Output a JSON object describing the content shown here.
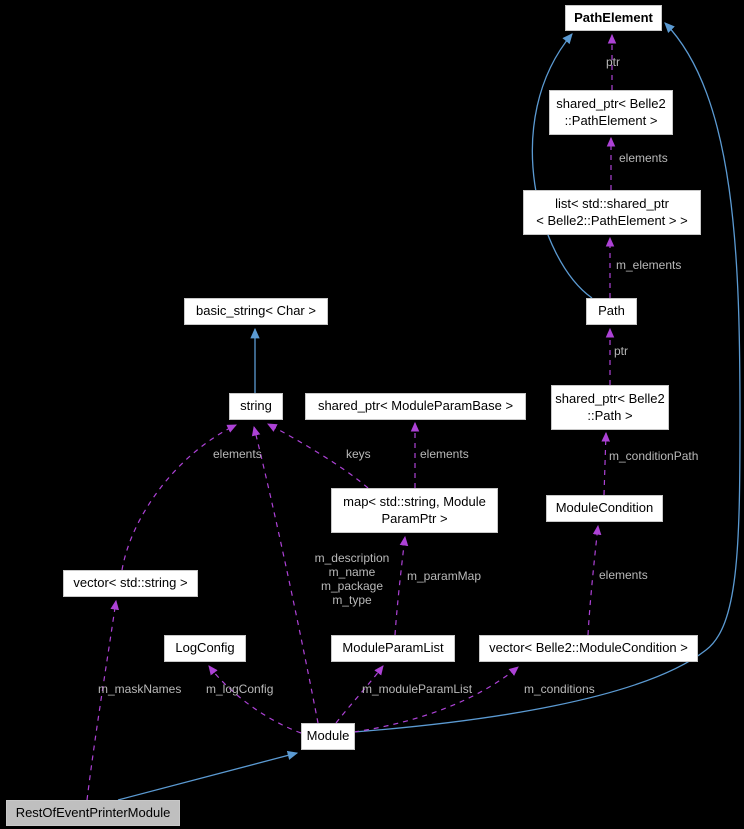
{
  "diagram": {
    "nodes": {
      "pathelement": {
        "label": "PathElement"
      },
      "shared_ptr_pathelement": {
        "label": "shared_ptr< Belle2\n::PathElement >"
      },
      "list_shared_ptr": {
        "label": "list< std::shared_ptr\n< Belle2::PathElement > >"
      },
      "path": {
        "label": "Path"
      },
      "basic_string": {
        "label": "basic_string< Char >"
      },
      "string": {
        "label": "string"
      },
      "shared_ptr_moduleparambase": {
        "label": "shared_ptr< ModuleParamBase >"
      },
      "shared_ptr_path": {
        "label": "shared_ptr< Belle2\n::Path >"
      },
      "map_moduleparamptr": {
        "label": "map< std::string, Module\nParamPtr >"
      },
      "modulecondition": {
        "label": "ModuleCondition"
      },
      "vector_string": {
        "label": "vector< std::string >"
      },
      "logconfig": {
        "label": "LogConfig"
      },
      "moduleparamlist": {
        "label": "ModuleParamList"
      },
      "vector_modulecondition": {
        "label": "vector< Belle2::ModuleCondition >"
      },
      "module": {
        "label": "Module"
      },
      "restofeventprintermodule": {
        "label": "RestOfEventPrinterModule"
      }
    },
    "edge_labels": {
      "ptr_top": "ptr",
      "elements_top": "elements",
      "m_elements": "m_elements",
      "ptr_mid": "ptr",
      "m_conditionPath": "m_conditionPath",
      "elements_right": "elements",
      "m_conditions": "m_conditions",
      "keys": "keys",
      "elements_param": "elements",
      "elements_left": "elements",
      "module_string_fields": "m_description\nm_name\nm_package\nm_type",
      "m_paramMap": "m_paramMap",
      "m_maskNames": "m_maskNames",
      "m_logConfig": "m_logConfig",
      "m_moduleParamList": "m_moduleParamList"
    },
    "colors": {
      "background": "#000000",
      "node_fill": "#ffffff",
      "highlight_fill": "#bfbfbf",
      "inherit_edge": "#5b9ad2",
      "usage_edge": "#ad42d6",
      "label_text": "#b9b9b9"
    }
  }
}
